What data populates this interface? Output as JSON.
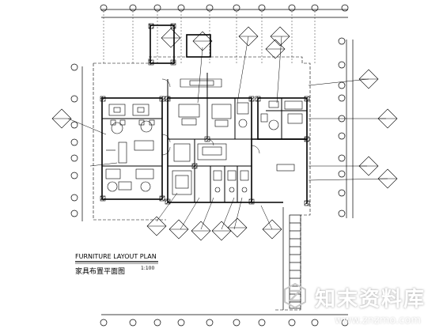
{
  "drawing": {
    "title_en": "FURNITURE  LAYOUT PLAN",
    "title_cn": "家具布置平面图",
    "scale": "1:100"
  },
  "watermark": {
    "brand_cn": "知末资料库",
    "url": "www.znzmo.com"
  },
  "colors": {
    "line": "#000000",
    "paper": "#ffffff",
    "watermark_outline": "#bfbfbf"
  }
}
